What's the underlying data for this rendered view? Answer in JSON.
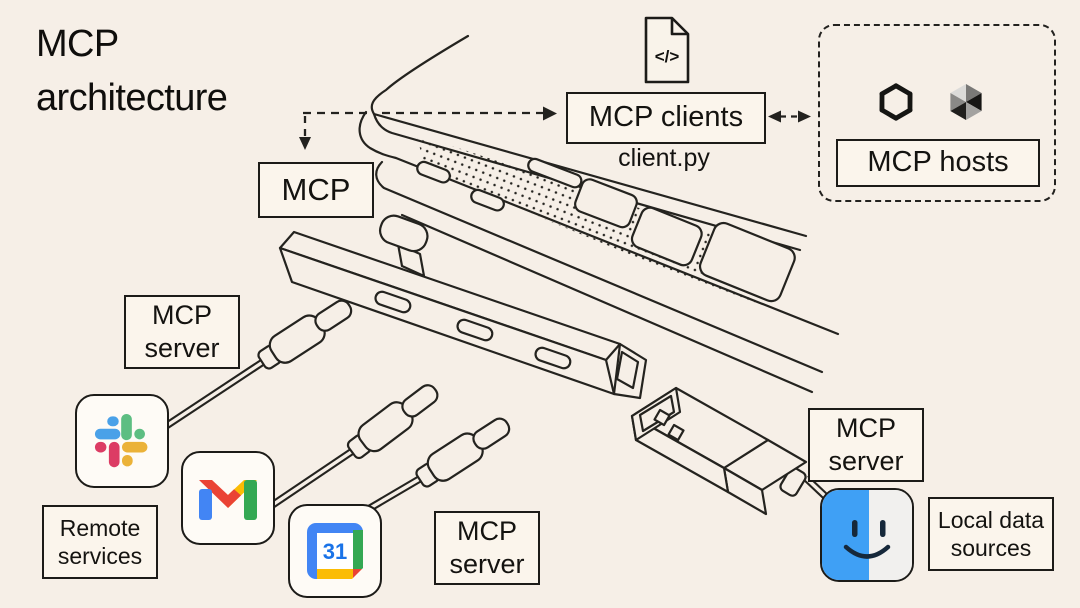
{
  "title": {
    "line1": "MCP",
    "line2": "architecture"
  },
  "mcp_box": {
    "label": "MCP"
  },
  "clients": {
    "label": "MCP clients",
    "filename": "client.py",
    "file_icon_glyph": "</>"
  },
  "hosts": {
    "label": "MCP hosts",
    "icons": [
      "openai-icon",
      "cursor-icon"
    ]
  },
  "servers": {
    "slack": {
      "line1": "MCP",
      "line2": "server"
    },
    "calendar": {
      "line1": "MCP",
      "line2": "server"
    },
    "finder": {
      "line1": "MCP",
      "line2": "server"
    }
  },
  "remote_services": {
    "line1": "Remote",
    "line2": "services"
  },
  "local_data_sources": {
    "line1": "Local data",
    "line2": "sources"
  },
  "calendar_icon_day": "31",
  "colors": {
    "background": "#F6EFE7",
    "ink": "#23221F",
    "box_fill": "#FBF5EC",
    "slack_blue": "#4AA1E8",
    "slack_green": "#5DBE82",
    "slack_red": "#DC3C64",
    "slack_yellow": "#EBB238",
    "gmail_blue": "#4285F4",
    "gmail_red": "#EA4335",
    "gmail_yellow": "#FBBC04",
    "gmail_green": "#34A853",
    "calendar_blue": "#4285F4",
    "calendar_text_blue": "#1A73E8",
    "calendar_green": "#34A853",
    "calendar_yellow": "#FBBC04",
    "calendar_red": "#EA4335",
    "finder_blue": "#3FA0F5",
    "finder_face": "#16283A"
  }
}
